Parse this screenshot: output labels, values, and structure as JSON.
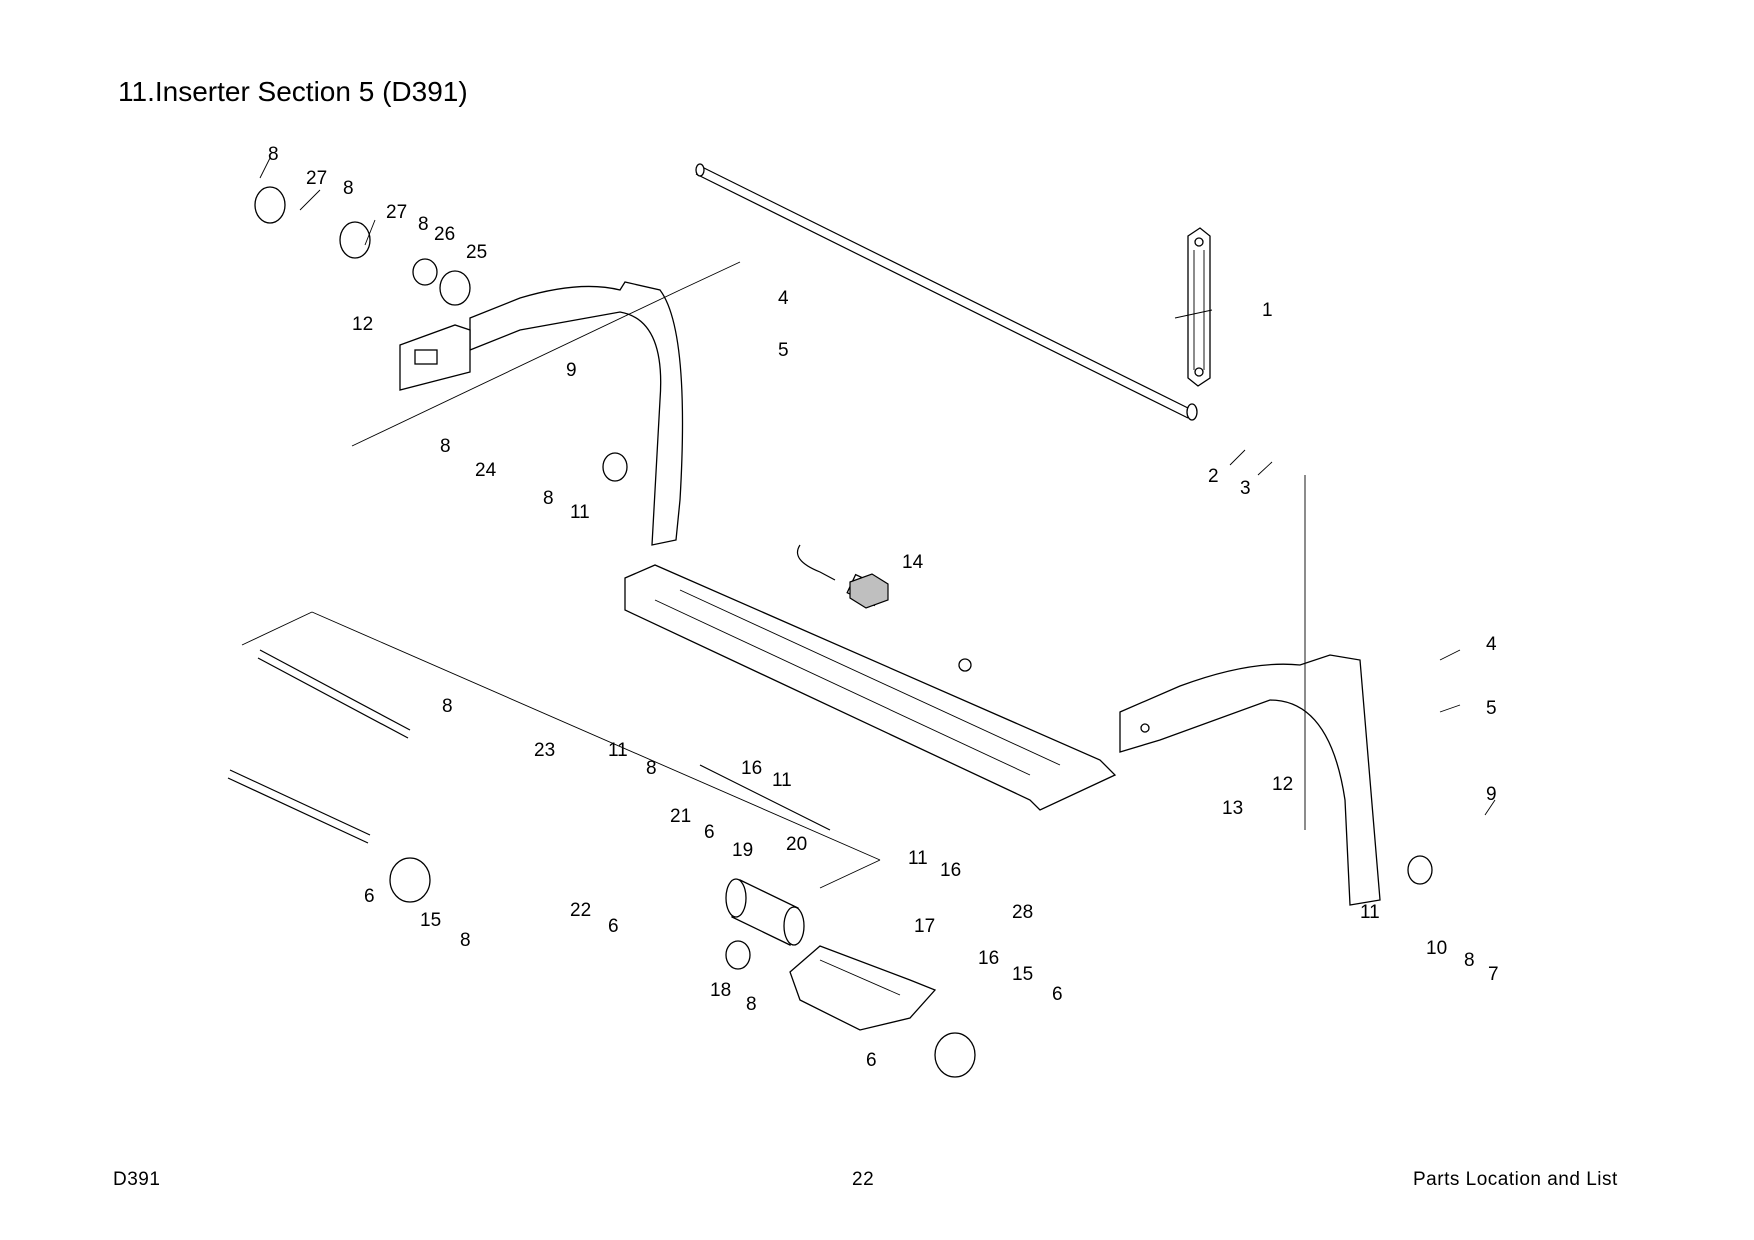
{
  "page": {
    "title": "11.Inserter Section 5 (D391)",
    "footer_left": "D391",
    "footer_center": "22",
    "footer_right": "Parts Location and List"
  },
  "callouts": [
    {
      "id": "c-8-a",
      "label": "8"
    },
    {
      "id": "c-27-a",
      "label": "27"
    },
    {
      "id": "c-8-b",
      "label": "8"
    },
    {
      "id": "c-27-b",
      "label": "27"
    },
    {
      "id": "c-8-c",
      "label": "8"
    },
    {
      "id": "c-26",
      "label": "26"
    },
    {
      "id": "c-25",
      "label": "25"
    },
    {
      "id": "c-12-a",
      "label": "12"
    },
    {
      "id": "c-9-a",
      "label": "9"
    },
    {
      "id": "c-8-d",
      "label": "8"
    },
    {
      "id": "c-24",
      "label": "24"
    },
    {
      "id": "c-8-e",
      "label": "8"
    },
    {
      "id": "c-11-a",
      "label": "11"
    },
    {
      "id": "c-4-a",
      "label": "4"
    },
    {
      "id": "c-5-a",
      "label": "5"
    },
    {
      "id": "c-1",
      "label": "1"
    },
    {
      "id": "c-2",
      "label": "2"
    },
    {
      "id": "c-3",
      "label": "3"
    },
    {
      "id": "c-14",
      "label": "14"
    },
    {
      "id": "c-4-b",
      "label": "4"
    },
    {
      "id": "c-5-b",
      "label": "5"
    },
    {
      "id": "c-12-b",
      "label": "12"
    },
    {
      "id": "c-13",
      "label": "13"
    },
    {
      "id": "c-9-b",
      "label": "9"
    },
    {
      "id": "c-11-b",
      "label": "11"
    },
    {
      "id": "c-10",
      "label": "10"
    },
    {
      "id": "c-8-f",
      "label": "8"
    },
    {
      "id": "c-7",
      "label": "7"
    },
    {
      "id": "c-8-g",
      "label": "8"
    },
    {
      "id": "c-23",
      "label": "23"
    },
    {
      "id": "c-11-c",
      "label": "11"
    },
    {
      "id": "c-8-h",
      "label": "8"
    },
    {
      "id": "c-16-a",
      "label": "16"
    },
    {
      "id": "c-11-d",
      "label": "11"
    },
    {
      "id": "c-21",
      "label": "21"
    },
    {
      "id": "c-6-a",
      "label": "6"
    },
    {
      "id": "c-19",
      "label": "19"
    },
    {
      "id": "c-20",
      "label": "20"
    },
    {
      "id": "c-11-e",
      "label": "11"
    },
    {
      "id": "c-16-b",
      "label": "16"
    },
    {
      "id": "c-6-b",
      "label": "6"
    },
    {
      "id": "c-15-a",
      "label": "15"
    },
    {
      "id": "c-8-i",
      "label": "8"
    },
    {
      "id": "c-22",
      "label": "22"
    },
    {
      "id": "c-6-c",
      "label": "6"
    },
    {
      "id": "c-28",
      "label": "28"
    },
    {
      "id": "c-17",
      "label": "17"
    },
    {
      "id": "c-16-c",
      "label": "16"
    },
    {
      "id": "c-15-b",
      "label": "15"
    },
    {
      "id": "c-6-d",
      "label": "6"
    },
    {
      "id": "c-18",
      "label": "18"
    },
    {
      "id": "c-8-j",
      "label": "8"
    },
    {
      "id": "c-6-e",
      "label": "6"
    }
  ]
}
